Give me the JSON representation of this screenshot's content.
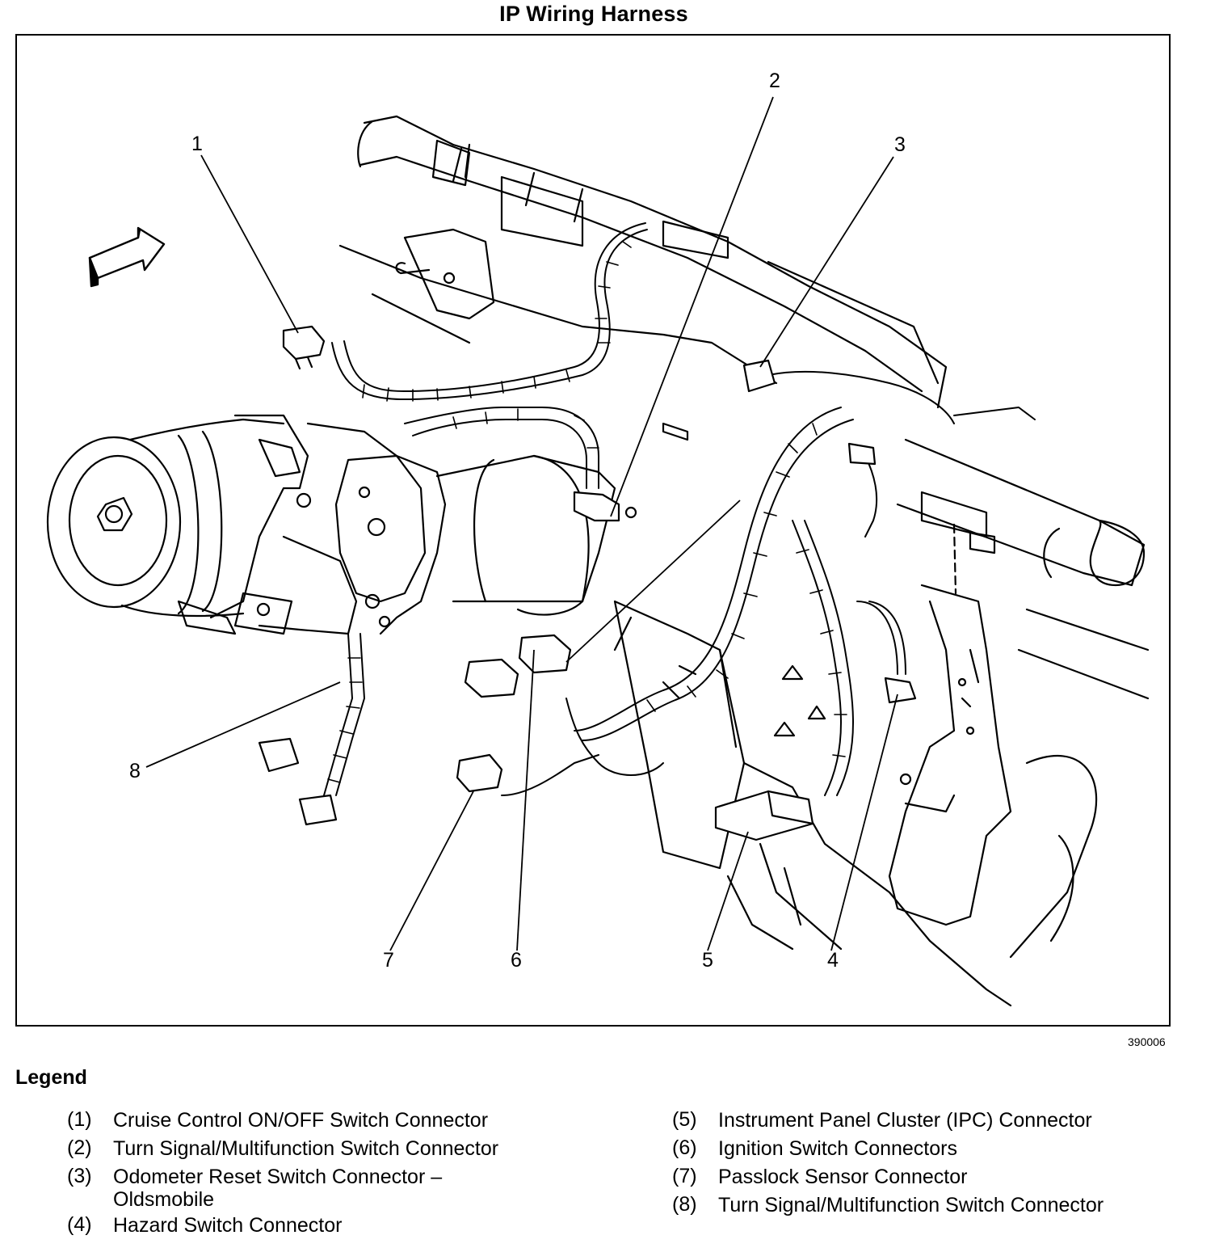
{
  "title": "IP Wiring Harness",
  "figure_id": "390006",
  "callouts": [
    "1",
    "2",
    "3",
    "4",
    "5",
    "6",
    "7",
    "8"
  ],
  "legend": {
    "heading": "Legend",
    "left": [
      {
        "num": "(1)",
        "text": "Cruise Control ON/OFF Switch Connector"
      },
      {
        "num": "(2)",
        "text": "Turn Signal/Multifunction Switch Connector"
      },
      {
        "num": "(3)",
        "text": "Odometer Reset Switch Connector – Oldsmobile"
      },
      {
        "num": "(4)",
        "text": "Hazard Switch Connector"
      }
    ],
    "right": [
      {
        "num": "(5)",
        "text": "Instrument Panel Cluster (IPC) Connector"
      },
      {
        "num": "(6)",
        "text": "Ignition Switch Connectors"
      },
      {
        "num": "(7)",
        "text": "Passlock Sensor Connector"
      },
      {
        "num": "(8)",
        "text": "Turn Signal/Multifunction Switch Connector"
      }
    ]
  }
}
